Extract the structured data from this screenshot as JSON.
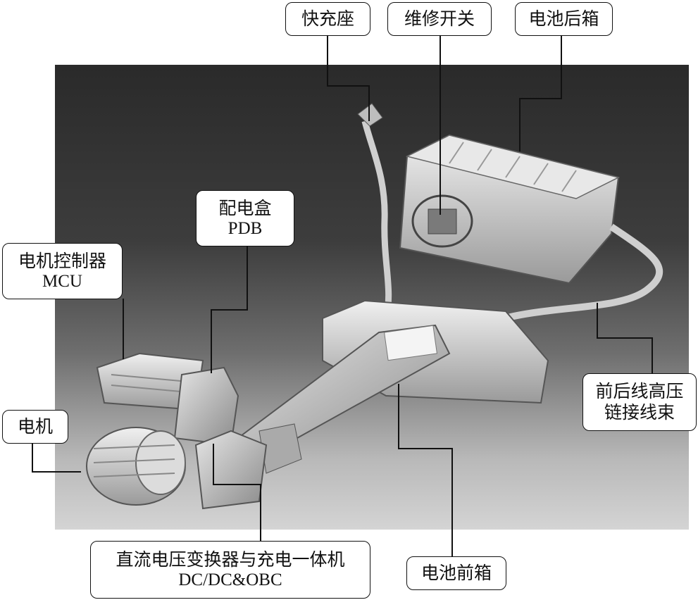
{
  "labels": {
    "fast_charge_port": "快充座",
    "service_switch": "维修开关",
    "battery_rear_box": "电池后箱",
    "pdb_cn": "配电盒",
    "pdb_en": "PDB",
    "mcu_cn": "电机控制器",
    "mcu_en": "MCU",
    "motor": "电机",
    "hv_harness_line1": "前后线高压",
    "hv_harness_line2": "链接线束",
    "dcdc_obc_cn": "直流电压变换器与充电一体机",
    "dcdc_obc_en": "DC/DC&OBC",
    "battery_front_box": "电池前箱"
  }
}
